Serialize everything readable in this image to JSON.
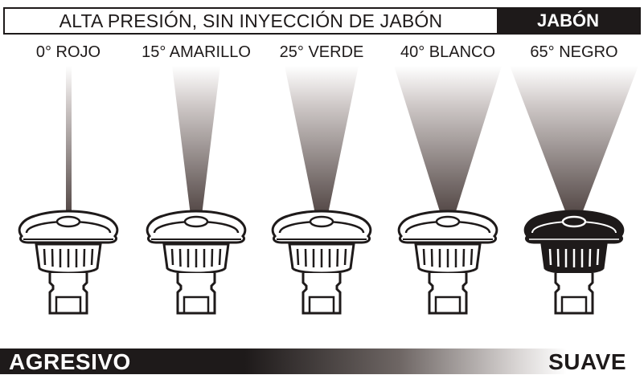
{
  "header": {
    "high_pressure": "ALTA PRESIÓN, SIN INYECCIÓN DE JABÓN",
    "soap": "JABÓN"
  },
  "nozzles": [
    {
      "label": "0° ROJO"
    },
    {
      "label": "15° AMARILLO"
    },
    {
      "label": "25° VERDE"
    },
    {
      "label": "40° BLANCO"
    },
    {
      "label": "65° NEGRO"
    }
  ],
  "footer": {
    "left": "AGRESIVO",
    "right": "SUAVE"
  },
  "colors": {
    "ink": "#1e1a1a",
    "spray": "#5a4d4b",
    "white": "#ffffff"
  }
}
